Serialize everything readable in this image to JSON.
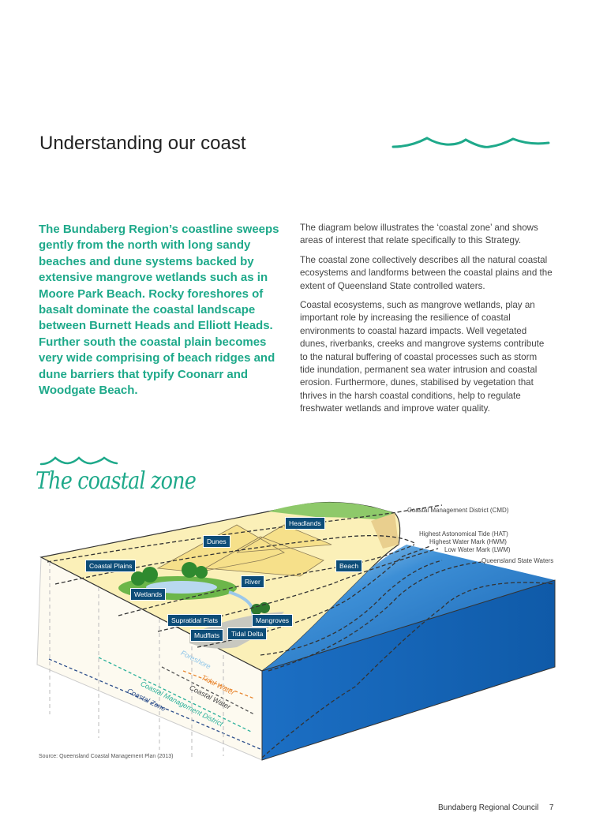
{
  "page_title": "Understanding our coast",
  "intro": "The Bundaberg Region’s coastline sweeps gently from the north with long sandy beaches and dune systems backed by extensive mangrove wetlands such as in Moore Park Beach. Rocky foreshores of basalt dominate the coastal landscape between Burnett Heads and Elliott Heads. Further south the coastal plain becomes very wide comprising of beach ridges and dune barriers that typify Coonarr and Woodgate Beach.",
  "body": [
    "The diagram below illustrates the ‘coastal zone’ and shows areas of interest that relate specifically to this Strategy.",
    "The coastal zone collectively describes all the natural coastal ecosystems and landforms between the coastal plains and the extent of Queensland State controlled waters.",
    "Coastal ecosystems, such as mangrove wetlands, play an important role by increasing the resilience of coastal environments to coastal hazard impacts. Well vegetated dunes, riverbanks, creeks  and mangrove systems contribute to the natural buffering of coastal processes such as storm tide inundation, permanent sea water intrusion and coastal erosion. Furthermore, dunes, stabilised by vegetation that thrives in the harsh coastal conditions, help to regulate freshwater wetlands and improve water quality."
  ],
  "diagram": {
    "title": "The coastal zone",
    "labels": {
      "headlands": "Headlands",
      "dunes": "Dunes",
      "coastal_plains": "Coastal Plains",
      "beach": "Beach",
      "river": "River",
      "wetlands": "Wetlands",
      "supratidal_flats": "Supratidal Flats",
      "mangroves": "Mangroves",
      "mudflats": "Mudflats",
      "tidal_delta": "Tidal Delta"
    },
    "annotations": {
      "cmd": "Coastal Management District (CMD)",
      "hat": "Highest Astonomical Tide (HAT)",
      "hwm": "Highest Water Mark (HWM)",
      "lwm": "Low Water Mark (LWM)",
      "qsw": "Queensland State Waters"
    },
    "zones": {
      "foreshore": "Foreshore",
      "tidal_water": "Tidal Water",
      "coastal_water": "Coastal Water",
      "cmd": "Coastal Management District",
      "coastal_zone": "Coastal Zone"
    },
    "colors": {
      "teal": "#1ea98a",
      "label_bg": "#0d4d78",
      "ocean": "#1a6fc0",
      "sand": "#fbf0b8",
      "tidal": "#e8852e"
    }
  },
  "source": "Source: Queensland Coastal Management Plan (2013)",
  "footer": {
    "org": "Bundaberg Regional Council",
    "page": "7"
  }
}
